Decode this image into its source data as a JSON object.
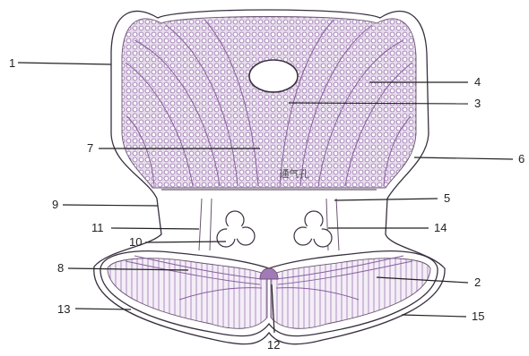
{
  "figure": {
    "inner_text": "通气孔"
  },
  "callouts": [
    {
      "id": "c1",
      "label": "1"
    },
    {
      "id": "c2",
      "label": "2"
    },
    {
      "id": "c3",
      "label": "3"
    },
    {
      "id": "c4",
      "label": "4"
    },
    {
      "id": "c5",
      "label": "5"
    },
    {
      "id": "c6",
      "label": "6"
    },
    {
      "id": "c7",
      "label": "7"
    },
    {
      "id": "c8",
      "label": "8"
    },
    {
      "id": "c9",
      "label": "9"
    },
    {
      "id": "c10",
      "label": "10"
    },
    {
      "id": "c11",
      "label": "11"
    },
    {
      "id": "c12",
      "label": "12"
    },
    {
      "id": "c13",
      "label": "13"
    },
    {
      "id": "c14",
      "label": "14"
    },
    {
      "id": "c15",
      "label": "15"
    }
  ],
  "colors": {
    "mesh": "#b79ac7",
    "rib": "#8a5fa0",
    "outline": "#3a3040"
  }
}
